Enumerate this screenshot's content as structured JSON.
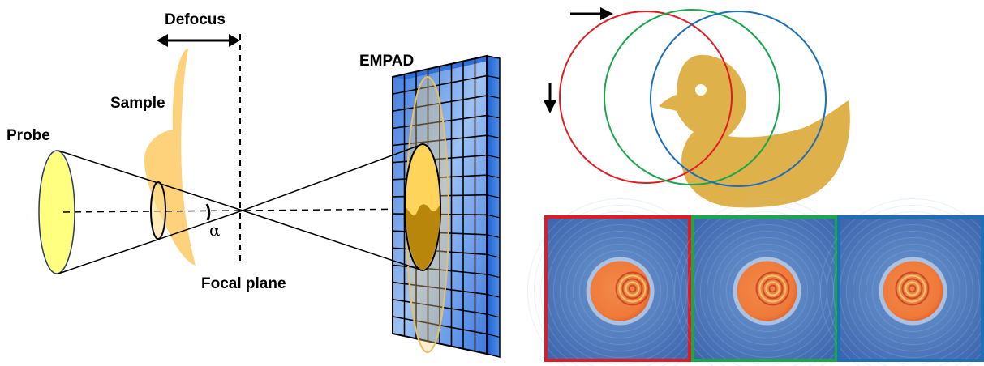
{
  "labels": {
    "defocus": "Defocus",
    "sample": "Sample",
    "probe": "Probe",
    "alpha": "α",
    "focal_plane": "Focal plane",
    "detector": "EMPAD"
  },
  "icons": {
    "duck": "rubber-duck-icon",
    "scan_right": "arrow-right-icon",
    "scan_down": "arrow-down-icon"
  },
  "colors": {
    "probe_fill": "#ffff80",
    "sample_fill": "#fdd27a",
    "detector_face": "#7aa8ea",
    "detector_side": "#2f6fd8",
    "duck_fill": "#dfb14a",
    "scan_red": "#e01b24",
    "scan_green": "#1aa64a",
    "scan_blue": "#1f6fb8",
    "pattern_bg": "#3f6fb5",
    "pattern_disk": "#f08040"
  },
  "scan_positions": [
    {
      "name": "red",
      "color": "#e01b24"
    },
    {
      "name": "green",
      "color": "#1aa64a"
    },
    {
      "name": "blue",
      "color": "#1f6fb8"
    }
  ]
}
